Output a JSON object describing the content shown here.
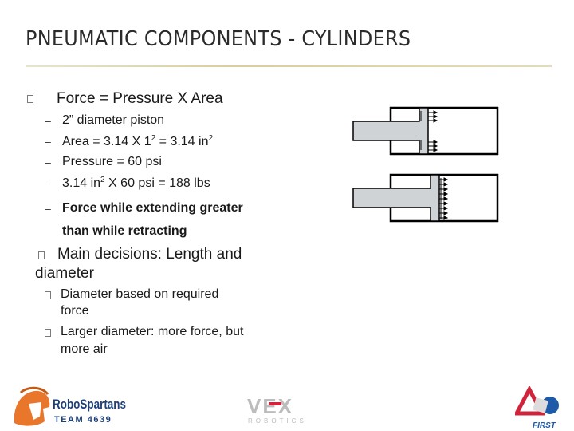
{
  "slide": {
    "title": "PNEUMATIC COMPONENTS - CYLINDERS",
    "bullet1": "Force = Pressure X Area",
    "sub1": "2” diameter piston",
    "sub2_pre": "Area = 3.14 X 1",
    "sub2_sup1": "2",
    "sub2_mid": " = 3.14 in",
    "sub2_sup2": "2",
    "sub3": "Pressure = 60 psi",
    "sub4_pre": "3.14 in",
    "sub4_sup": "2",
    "sub4_post": " X 60 psi = 188 lbs",
    "sub5_line1": "Force while extending greater",
    "sub5_line2": "than while retracting",
    "bullet2_line1": "Main decisions: Length and",
    "bullet2_line2": "diameter",
    "sub6_line1": "Diameter based on required",
    "sub6_line2": "force",
    "sub7_line1": "Larger diameter: more force, but",
    "sub7_line2": "more air"
  },
  "logos": {
    "robospartans_name": "RoboSpartans",
    "robospartans_team": "TEAM 4639",
    "vex": "VEX",
    "vex_sub": "ROBOTICS",
    "first": "FIRST"
  },
  "colors": {
    "rule": "#d9cf9a",
    "bullet_box": "#7a7a7a",
    "piston_fill": "#cfd3d6",
    "spartan_orange": "#e8762b",
    "first_red": "#d0243c",
    "first_blue": "#1e5aa8"
  }
}
